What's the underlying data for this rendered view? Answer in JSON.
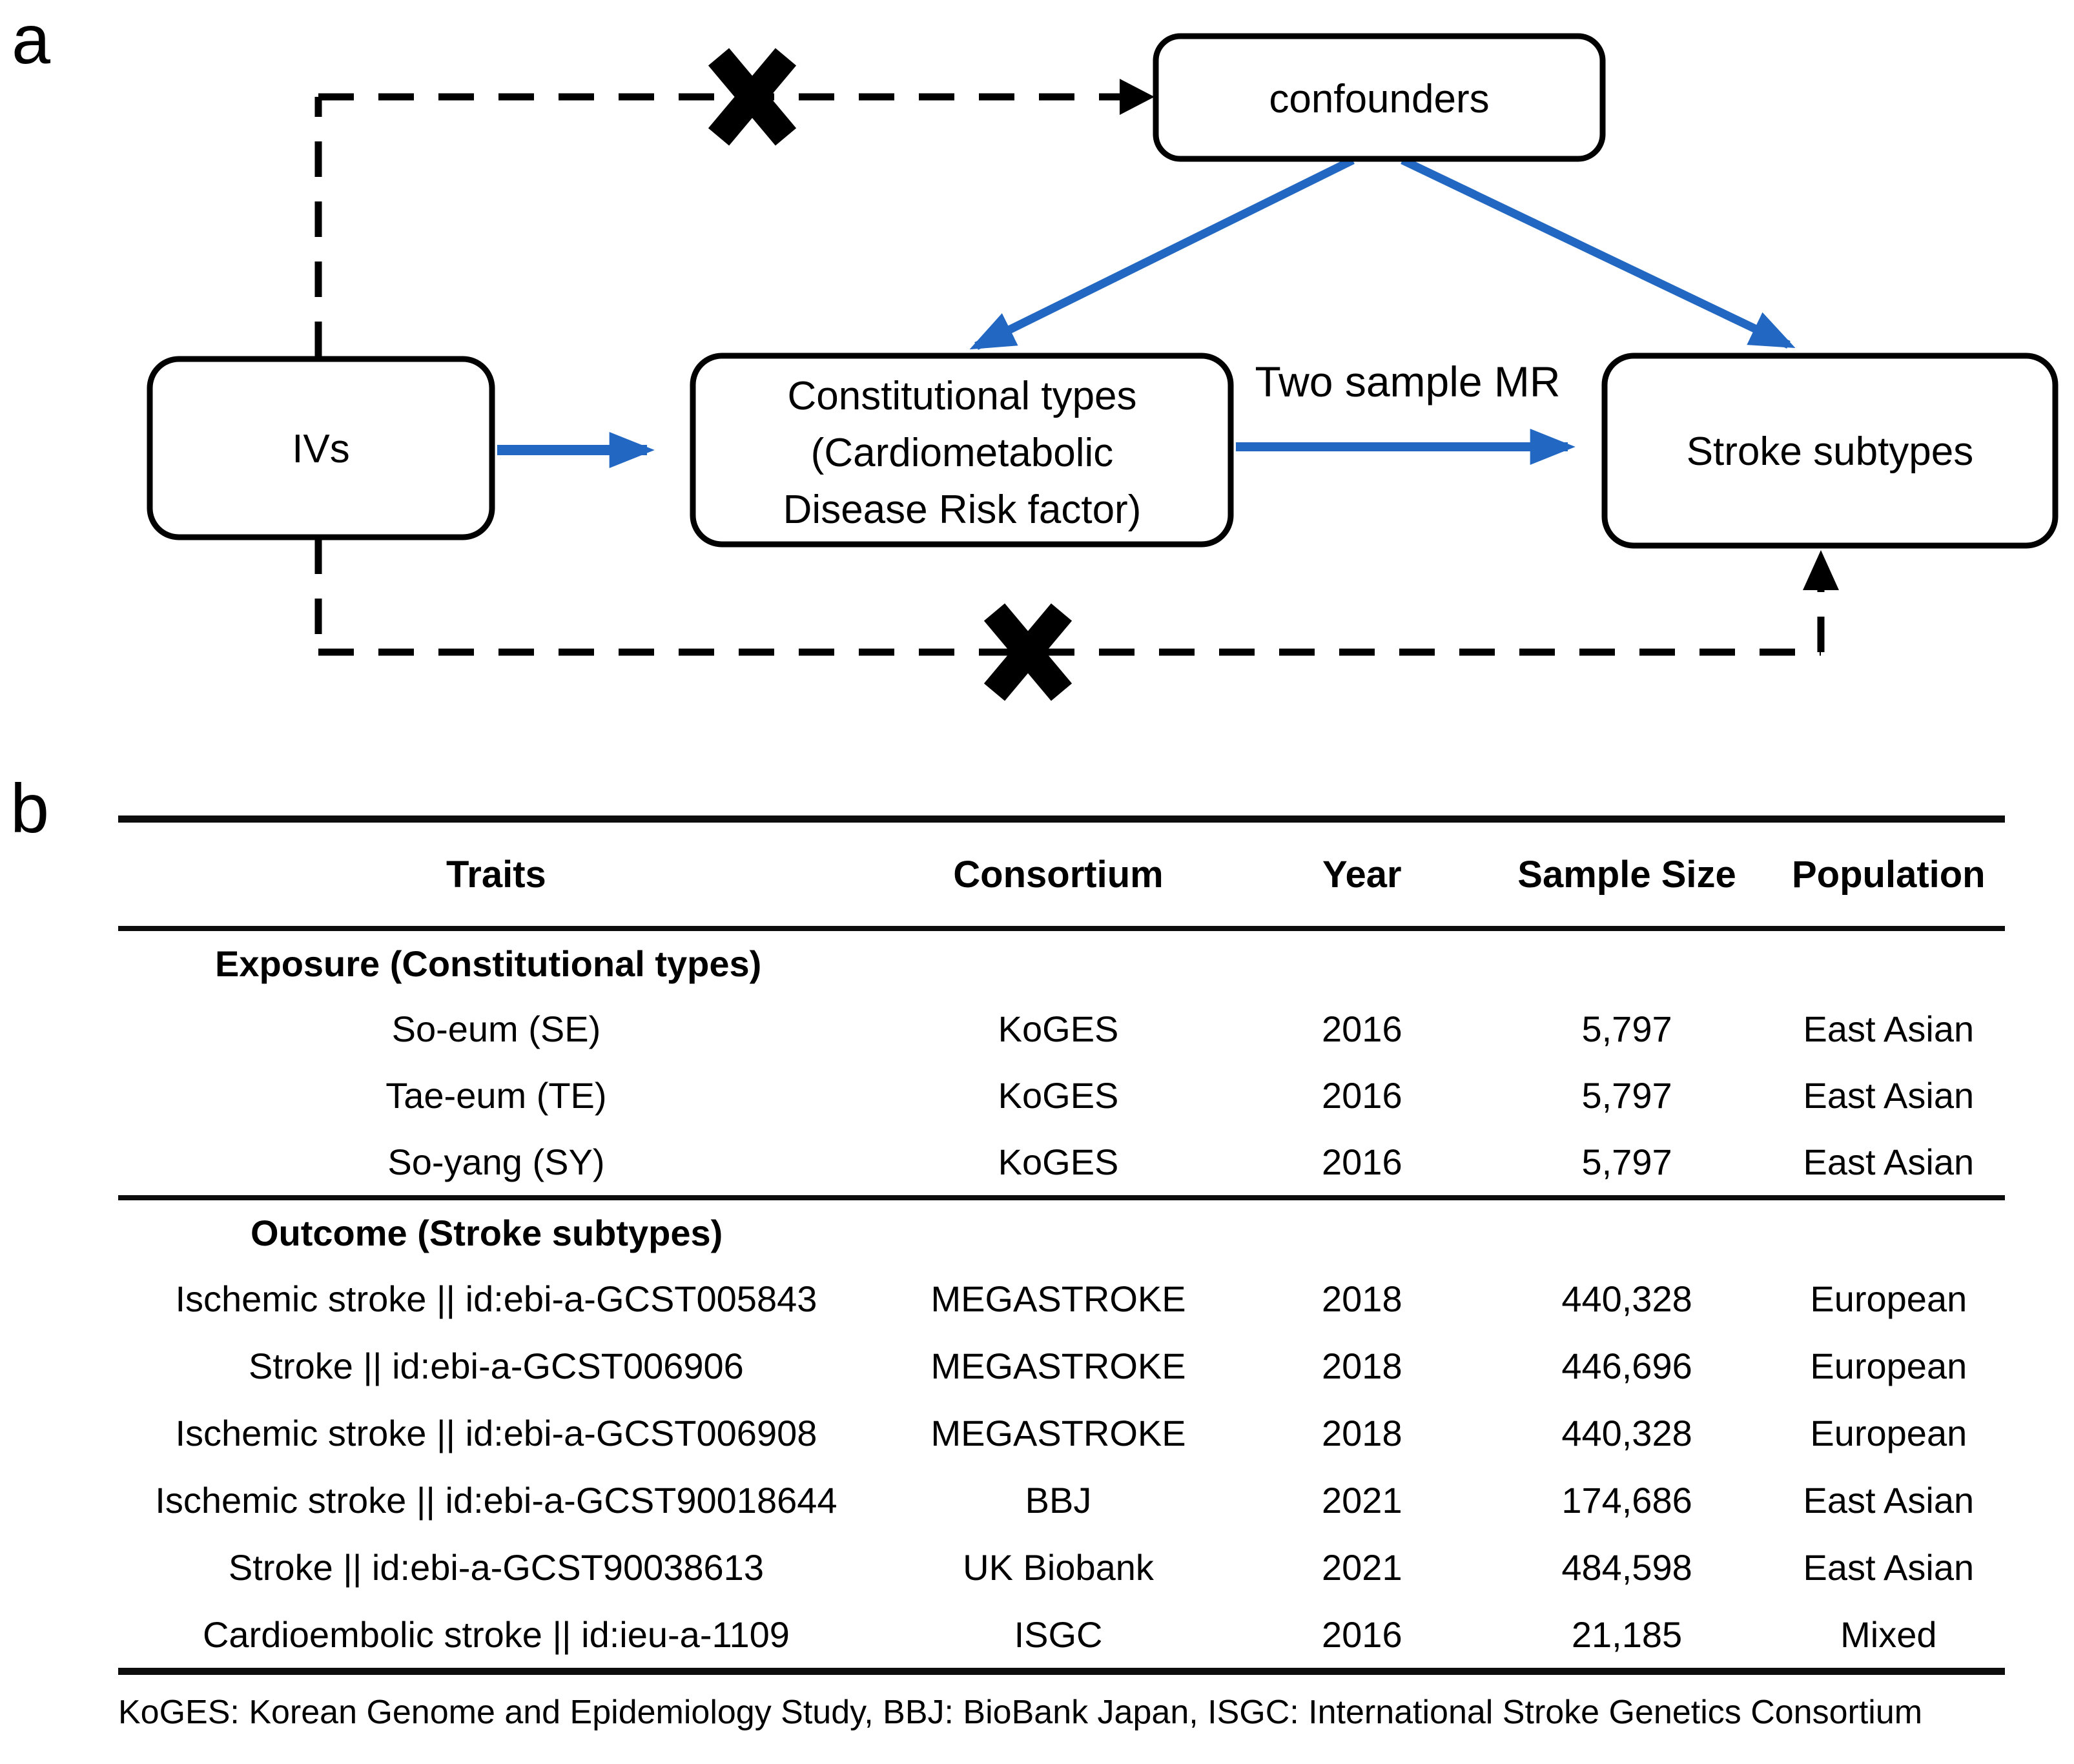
{
  "figure": {
    "panel_a": {
      "label": "a",
      "boxes": {
        "ivs": {
          "label": "IVs"
        },
        "confounders": {
          "label": "confounders"
        },
        "exposure": {
          "lines": [
            "Constitutional types",
            "(Cardiometabolic",
            "Disease Risk factor)"
          ]
        },
        "outcome": {
          "label": "Stroke subtypes"
        }
      },
      "arrow_label": "Two sample MR",
      "colors": {
        "arrow_blue": "#2268C3",
        "line_black": "#000000"
      }
    },
    "panel_b": {
      "label": "b",
      "table": {
        "headers": [
          "Traits",
          "Consortium",
          "Year",
          "Sample Size",
          "Population"
        ],
        "sections": [
          {
            "title": "Exposure (Constitutional types)",
            "rows": [
              [
                "So-eum (SE)",
                "KoGES",
                "2016",
                "5,797",
                "East Asian"
              ],
              [
                "Tae-eum (TE)",
                "KoGES",
                "2016",
                "5,797",
                "East Asian"
              ],
              [
                "So-yang (SY)",
                "KoGES",
                "2016",
                "5,797",
                "East Asian"
              ]
            ]
          },
          {
            "title": "Outcome (Stroke subtypes)",
            "rows": [
              [
                "Ischemic stroke || id:ebi-a-GCST005843",
                "MEGASTROKE",
                "2018",
                "440,328",
                "European"
              ],
              [
                "Stroke || id:ebi-a-GCST006906",
                "MEGASTROKE",
                "2018",
                "446,696",
                "European"
              ],
              [
                "Ischemic stroke || id:ebi-a-GCST006908",
                "MEGASTROKE",
                "2018",
                "440,328",
                "European"
              ],
              [
                "Ischemic stroke || id:ebi-a-GCST90018644",
                "BBJ",
                "2021",
                "174,686",
                "East Asian"
              ],
              [
                "Stroke || id:ebi-a-GCST90038613",
                "UK Biobank",
                "2021",
                "484,598",
                "East Asian"
              ],
              [
                "Cardioembolic stroke || id:ieu-a-1109",
                "ISGC",
                "2016",
                "21,185",
                "Mixed"
              ]
            ]
          }
        ],
        "footnote": "KoGES: Korean Genome and Epidemiology Study, BBJ: BioBank Japan, ISGC: International Stroke Genetics Consortium"
      }
    }
  }
}
